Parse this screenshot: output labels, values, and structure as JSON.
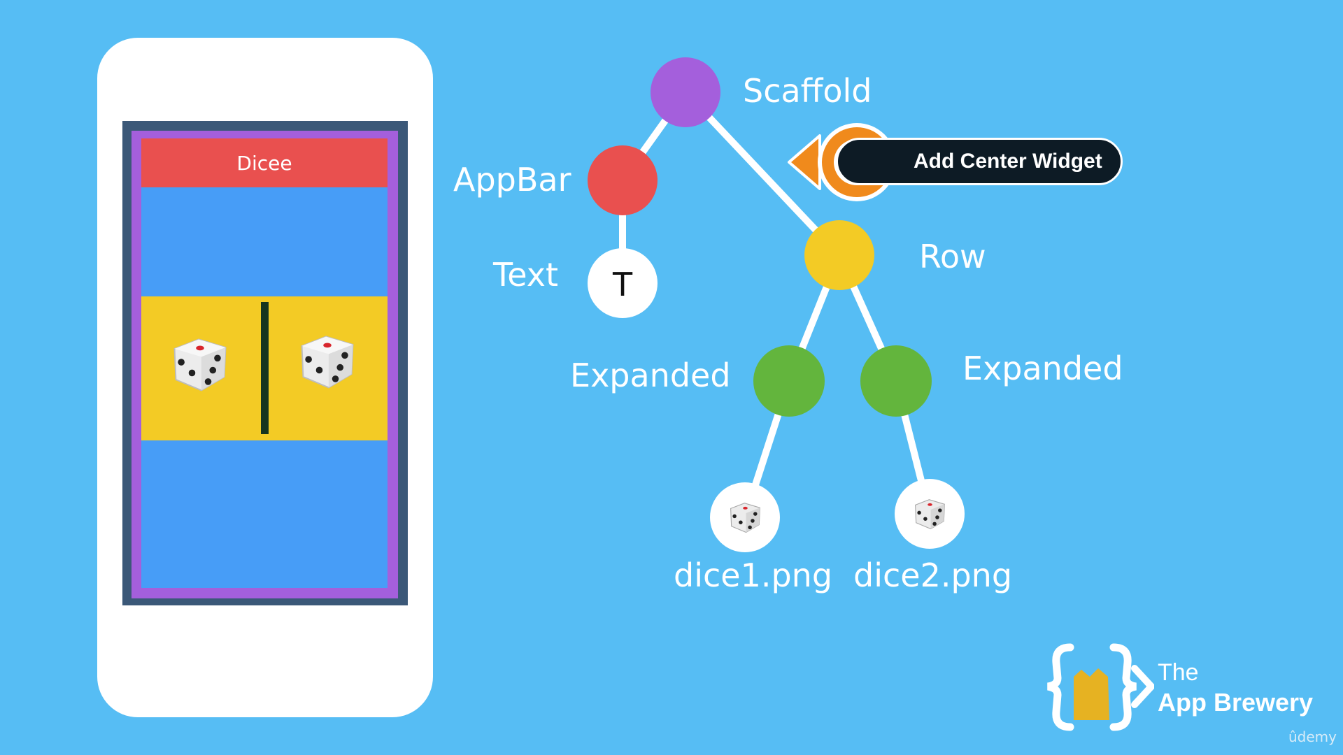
{
  "phone": {
    "appbar_title": "Dicee"
  },
  "tree": {
    "nodes": {
      "scaffold": {
        "label": "Scaffold",
        "color": "#a45fdc"
      },
      "appbar": {
        "label": "AppBar",
        "color": "#e9504f"
      },
      "text": {
        "label": "Text",
        "glyph": "T",
        "color": "#ffffff"
      },
      "row": {
        "label": "Row",
        "color": "#f3cb25"
      },
      "expanded_left": {
        "label": "Expanded",
        "color": "#63b53d"
      },
      "expanded_right": {
        "label": "Expanded",
        "color": "#63b53d"
      },
      "dice1": {
        "label": "dice1.png",
        "icon": "dice-icon"
      },
      "dice2": {
        "label": "dice2.png",
        "icon": "dice-icon"
      }
    },
    "line_color": "#ffffff"
  },
  "tooltip": {
    "text": "Add Center Widget",
    "icon": "exclamation-icon",
    "accent": "#f08a1c"
  },
  "branding": {
    "line1": "The",
    "line2": "App Brewery",
    "watermark": "ûdemy"
  }
}
